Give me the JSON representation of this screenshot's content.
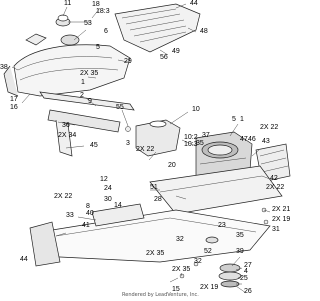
{
  "diagram": {
    "callouts": [
      {
        "id": "c11",
        "text": "11"
      },
      {
        "id": "c18",
        "text": "18"
      },
      {
        "id": "c18-3",
        "text": "18:3"
      },
      {
        "id": "c44a",
        "text": "44"
      },
      {
        "id": "c53",
        "text": "53"
      },
      {
        "id": "c6",
        "text": "6"
      },
      {
        "id": "c48",
        "text": "48"
      },
      {
        "id": "c5a",
        "text": "5"
      },
      {
        "id": "c49",
        "text": "49"
      },
      {
        "id": "c56",
        "text": "56"
      },
      {
        "id": "c29",
        "text": "29"
      },
      {
        "id": "c38",
        "text": "38"
      },
      {
        "id": "c2x35a",
        "text": "2X 35"
      },
      {
        "id": "c1",
        "text": "1"
      },
      {
        "id": "c17",
        "text": "17"
      },
      {
        "id": "c16",
        "text": "16"
      },
      {
        "id": "c2",
        "text": "2"
      },
      {
        "id": "c9",
        "text": "9"
      },
      {
        "id": "c55",
        "text": "55"
      },
      {
        "id": "c10",
        "text": "10"
      },
      {
        "id": "c36",
        "text": "36"
      },
      {
        "id": "c2x34",
        "text": "2X 34"
      },
      {
        "id": "c45",
        "text": "45"
      },
      {
        "id": "c3",
        "text": "3"
      },
      {
        "id": "c10-2",
        "text": "10:2"
      },
      {
        "id": "c10-3",
        "text": "10:3"
      },
      {
        "id": "c37",
        "text": "37"
      },
      {
        "id": "c35a",
        "text": "35"
      },
      {
        "id": "c5b",
        "text": "5"
      },
      {
        "id": "c1b",
        "text": "1"
      },
      {
        "id": "c2x22a",
        "text": "2X 22"
      },
      {
        "id": "c47",
        "text": "47"
      },
      {
        "id": "c46",
        "text": "46"
      },
      {
        "id": "c43",
        "text": "43"
      },
      {
        "id": "c2x22b",
        "text": "2X 22"
      },
      {
        "id": "c20",
        "text": "20"
      },
      {
        "id": "c12",
        "text": "12"
      },
      {
        "id": "c24",
        "text": "24"
      },
      {
        "id": "c2x22c",
        "text": "2X 22"
      },
      {
        "id": "c51",
        "text": "51"
      },
      {
        "id": "c28",
        "text": "28"
      },
      {
        "id": "c42",
        "text": "42"
      },
      {
        "id": "c2x22d",
        "text": "2X 22"
      },
      {
        "id": "c30",
        "text": "30"
      },
      {
        "id": "c8",
        "text": "8"
      },
      {
        "id": "c14",
        "text": "14"
      },
      {
        "id": "c40",
        "text": "40"
      },
      {
        "id": "c41",
        "text": "41"
      },
      {
        "id": "c33",
        "text": "33"
      },
      {
        "id": "c23",
        "text": "23"
      },
      {
        "id": "c35b",
        "text": "35"
      },
      {
        "id": "c2x21",
        "text": "2X 21"
      },
      {
        "id": "c2x19a",
        "text": "2X 19"
      },
      {
        "id": "c31",
        "text": "31"
      },
      {
        "id": "c32a",
        "text": "32"
      },
      {
        "id": "c52",
        "text": "52"
      },
      {
        "id": "c39",
        "text": "39"
      },
      {
        "id": "c44b",
        "text": "44"
      },
      {
        "id": "c2x35b",
        "text": "2X 35"
      },
      {
        "id": "c2x35c",
        "text": "2X 35"
      },
      {
        "id": "c32b",
        "text": "32"
      },
      {
        "id": "c2x19b",
        "text": "2X 19"
      },
      {
        "id": "c25",
        "text": "25"
      },
      {
        "id": "c27",
        "text": "27"
      },
      {
        "id": "c4",
        "text": "4"
      },
      {
        "id": "c15",
        "text": "15"
      },
      {
        "id": "c26",
        "text": "26"
      }
    ],
    "credit": "Rendered by LeadVenture, Inc."
  }
}
